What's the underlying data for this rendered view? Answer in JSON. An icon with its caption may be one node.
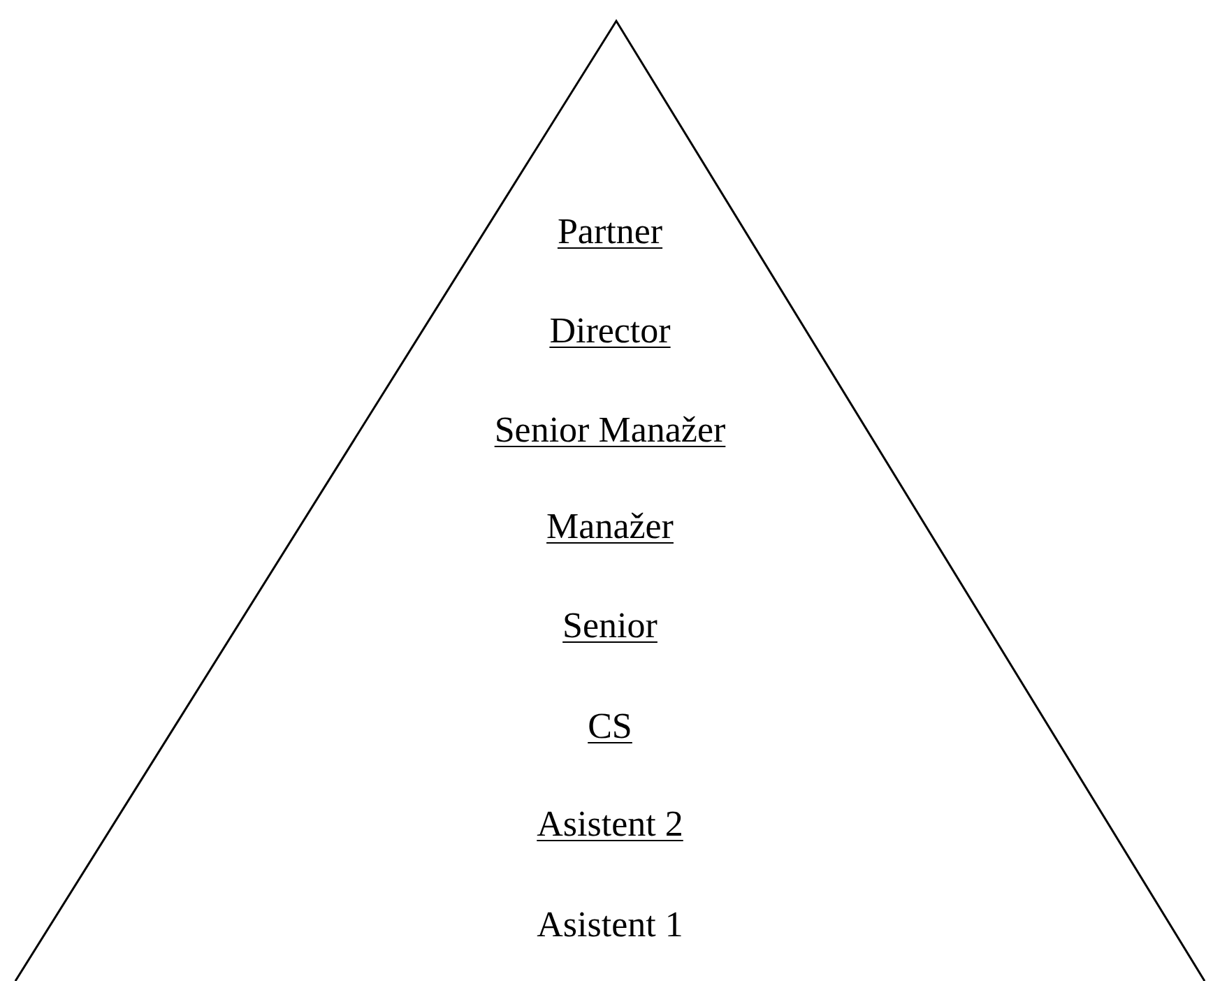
{
  "diagram": {
    "nodes": [
      {
        "text": [
          "Partner",
          "Director",
          "Senior Manažer",
          "Manažer",
          "Senior",
          "CS",
          "Asistent 2",
          "Asistent 1"
        ]
      }
    ]
  }
}
